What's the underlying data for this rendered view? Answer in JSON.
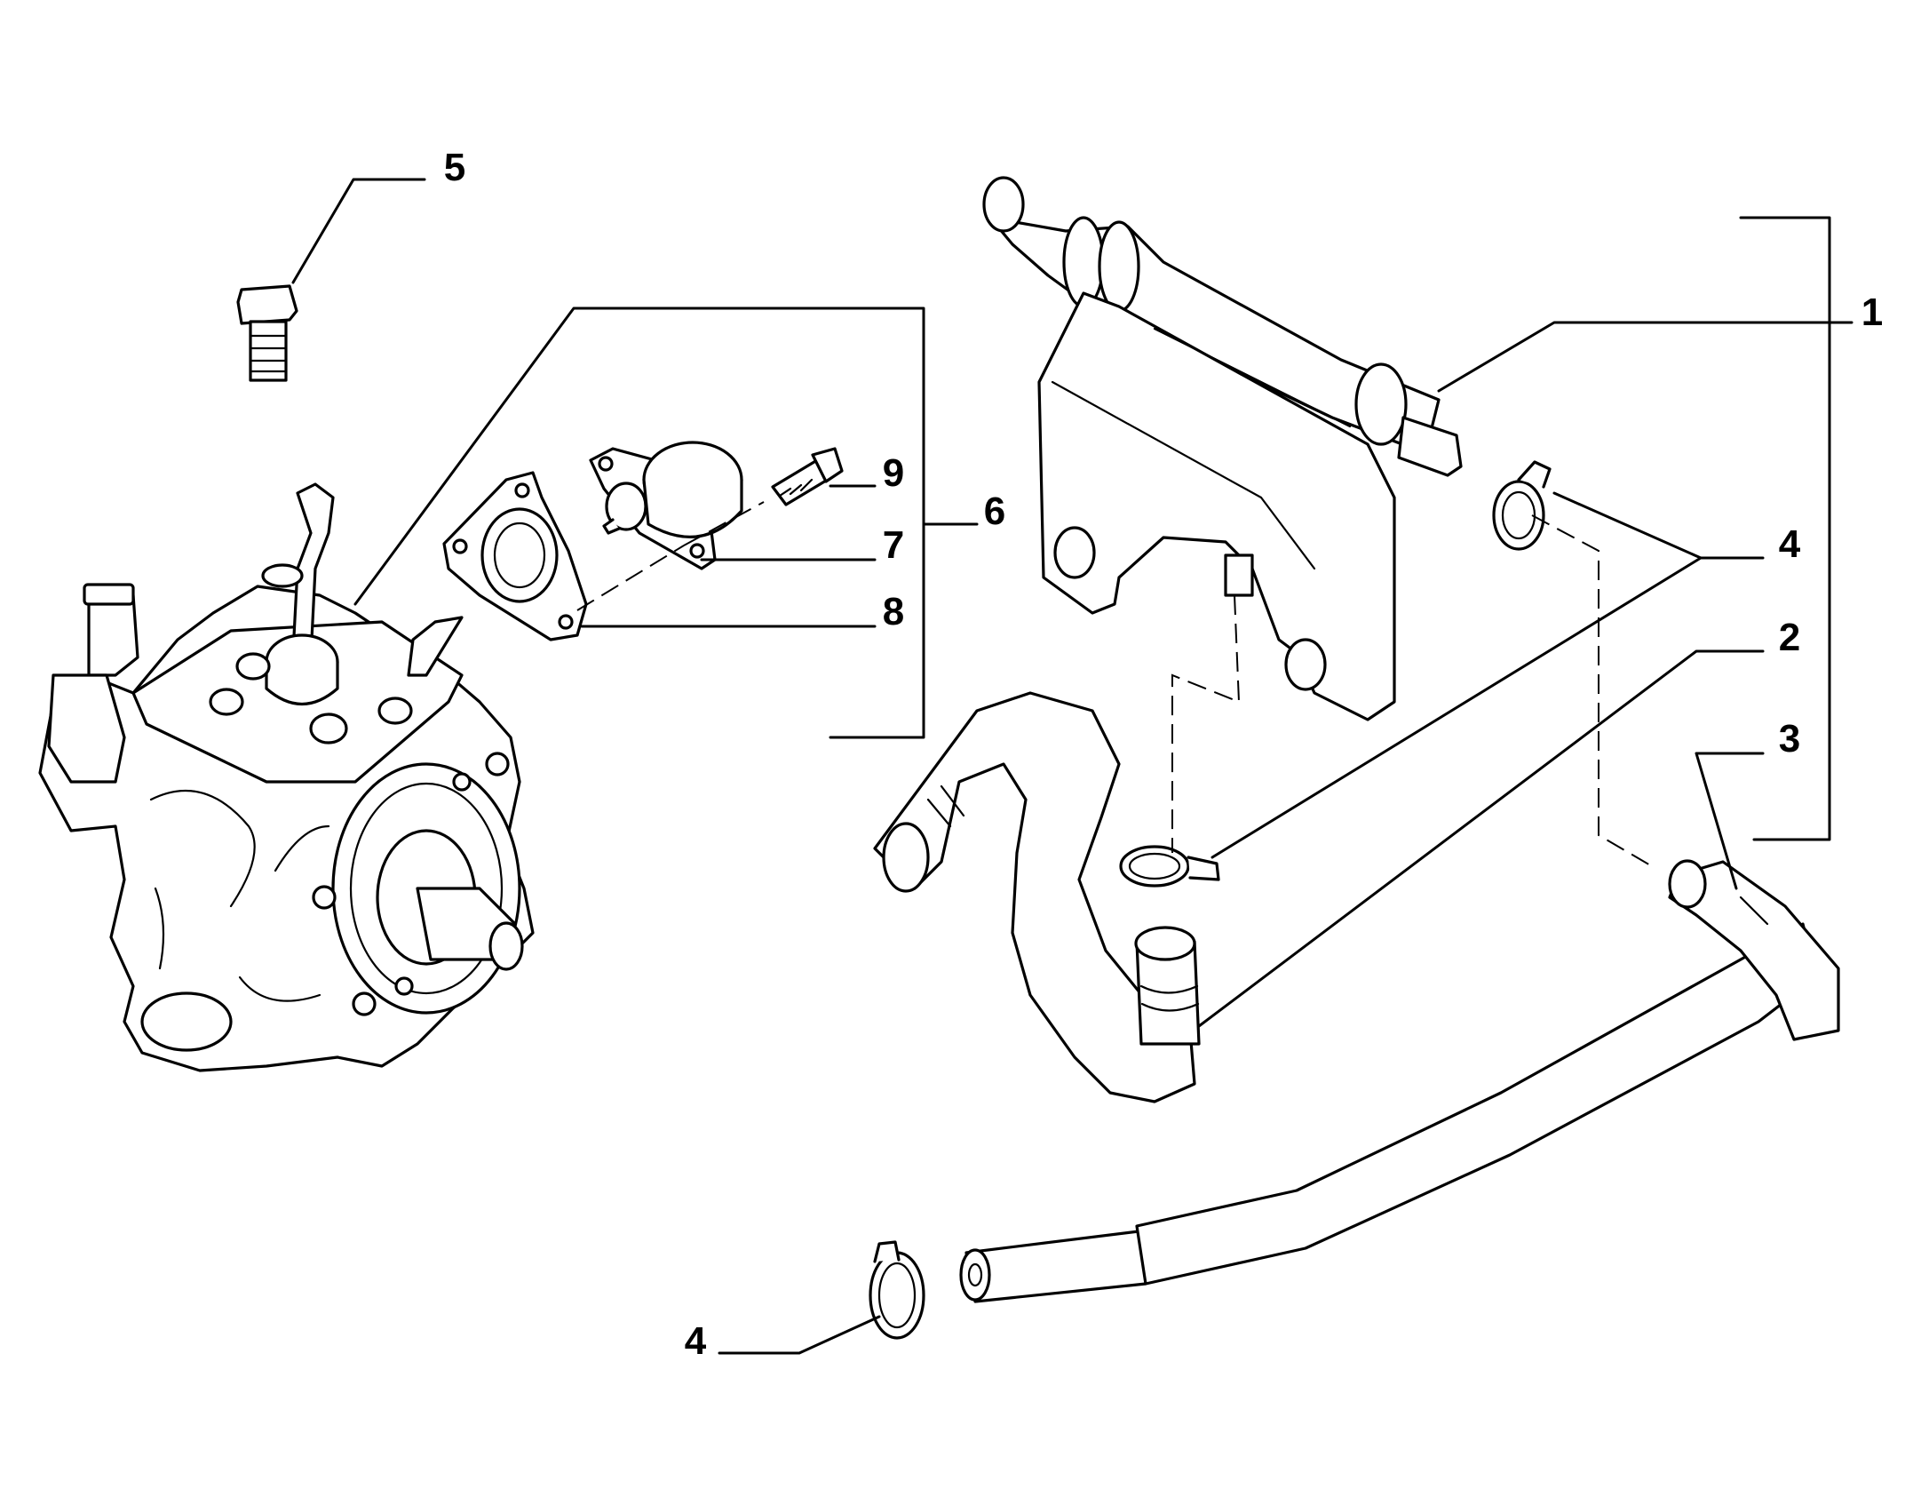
{
  "callouts": {
    "c1": "1",
    "c2": "2",
    "c3": "3",
    "c4_top": "4",
    "c4_bottom": "4",
    "c5": "5",
    "c6": "6",
    "c7": "7",
    "c8": "8",
    "c9": "9"
  },
  "parts": [
    {
      "ref": "1",
      "name": "fuel-filter-bracket-pipe"
    },
    {
      "ref": "2",
      "name": "hose-elbow"
    },
    {
      "ref": "3",
      "name": "fuel-return-pipe"
    },
    {
      "ref": "4",
      "name": "hose-clamp"
    },
    {
      "ref": "5",
      "name": "bolt"
    },
    {
      "ref": "6",
      "name": "pressure-regulator-kit"
    },
    {
      "ref": "7",
      "name": "pressure-regulator-valve"
    },
    {
      "ref": "8",
      "name": "gasket"
    },
    {
      "ref": "9",
      "name": "screw"
    }
  ]
}
